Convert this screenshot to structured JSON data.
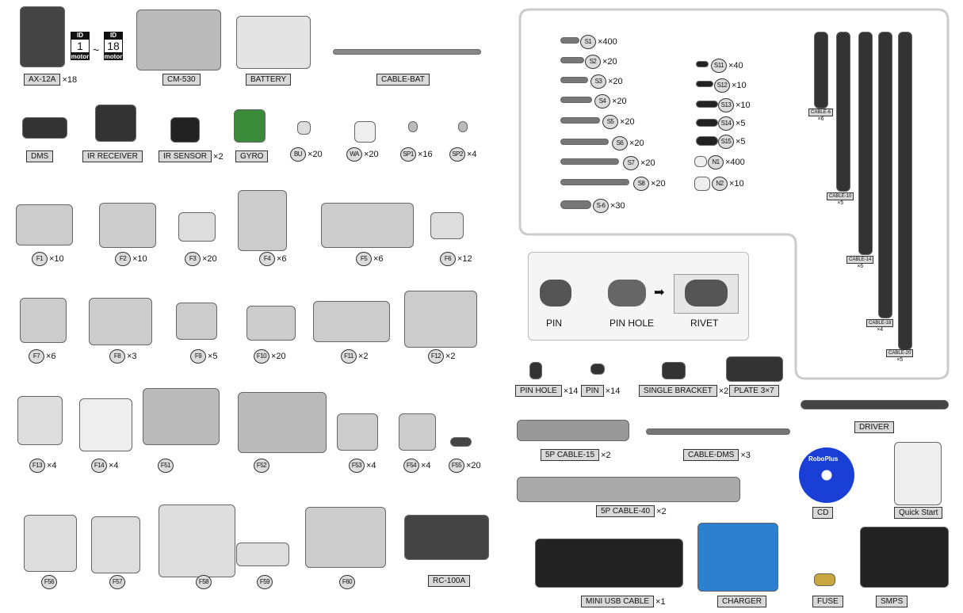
{
  "title_ids": {
    "id_label": "ID",
    "first": "1",
    "last": "18",
    "unit": "motor",
    "tilde": "~"
  },
  "parts": [
    {
      "label": "AX-12A",
      "qty": "×18",
      "style": "box"
    },
    {
      "label": "CM-530",
      "qty": "",
      "style": "box"
    },
    {
      "label": "BATTERY",
      "qty": "",
      "style": "box"
    },
    {
      "label": "CABLE-BAT",
      "qty": "",
      "style": "box"
    },
    {
      "label": "DMS",
      "qty": "",
      "style": "box"
    },
    {
      "label": "IR RECEIVER",
      "qty": "",
      "style": "box"
    },
    {
      "label": "IR SENSOR",
      "qty": "×2",
      "style": "box"
    },
    {
      "label": "GYRO",
      "qty": "",
      "style": "box"
    },
    {
      "label": "BU",
      "qty": "×20",
      "style": "circle"
    },
    {
      "label": "WA",
      "qty": "×20",
      "style": "circle"
    },
    {
      "label": "SP1",
      "qty": "×16",
      "style": "circle"
    },
    {
      "label": "SP2",
      "qty": "×4",
      "style": "circle"
    },
    {
      "label": "F1",
      "qty": "×10",
      "style": "circle"
    },
    {
      "label": "F2",
      "qty": "×10",
      "style": "circle"
    },
    {
      "label": "F3",
      "qty": "×20",
      "style": "circle"
    },
    {
      "label": "F4",
      "qty": "×6",
      "style": "circle"
    },
    {
      "label": "F5",
      "qty": "×6",
      "style": "circle"
    },
    {
      "label": "F6",
      "qty": "×12",
      "style": "circle"
    },
    {
      "label": "F7",
      "qty": "×6",
      "style": "circle"
    },
    {
      "label": "F8",
      "qty": "×3",
      "style": "circle"
    },
    {
      "label": "F9",
      "qty": "×5",
      "style": "circle"
    },
    {
      "label": "F10",
      "qty": "×20",
      "style": "circle"
    },
    {
      "label": "F11",
      "qty": "×2",
      "style": "circle"
    },
    {
      "label": "F12",
      "qty": "×2",
      "style": "circle"
    },
    {
      "label": "F13",
      "qty": "×4",
      "style": "circle"
    },
    {
      "label": "F14",
      "qty": "×4",
      "style": "circle"
    },
    {
      "label": "F51",
      "qty": "",
      "style": "circle"
    },
    {
      "label": "F52",
      "qty": "",
      "style": "circle"
    },
    {
      "label": "F53",
      "qty": "×4",
      "style": "circle"
    },
    {
      "label": "F54",
      "qty": "×4",
      "style": "circle"
    },
    {
      "label": "F55",
      "qty": "×20",
      "style": "circle"
    },
    {
      "label": "F56",
      "qty": "",
      "style": "circle"
    },
    {
      "label": "F57",
      "qty": "",
      "style": "circle"
    },
    {
      "label": "F58",
      "qty": "",
      "style": "circle"
    },
    {
      "label": "F59",
      "qty": "",
      "style": "circle"
    },
    {
      "label": "F60",
      "qty": "",
      "style": "circle"
    },
    {
      "label": "RC-100A",
      "qty": "",
      "style": "box"
    },
    {
      "label": "S1",
      "qty": "×400",
      "style": "circle"
    },
    {
      "label": "S2",
      "qty": "×20",
      "style": "circle"
    },
    {
      "label": "S3",
      "qty": "×20",
      "style": "circle"
    },
    {
      "label": "S4",
      "qty": "×20",
      "style": "circle"
    },
    {
      "label": "S5",
      "qty": "×20",
      "style": "circle"
    },
    {
      "label": "S6",
      "qty": "×20",
      "style": "circle"
    },
    {
      "label": "S7",
      "qty": "×20",
      "style": "circle"
    },
    {
      "label": "S8",
      "qty": "×20",
      "style": "circle"
    },
    {
      "label": "S-6",
      "qty": "×30",
      "style": "circle"
    },
    {
      "label": "S11",
      "qty": "×40",
      "style": "circle"
    },
    {
      "label": "S12",
      "qty": "×10",
      "style": "circle"
    },
    {
      "label": "S13",
      "qty": "×10",
      "style": "circle"
    },
    {
      "label": "S14",
      "qty": "×5",
      "style": "circle"
    },
    {
      "label": "S15",
      "qty": "×5",
      "style": "circle"
    },
    {
      "label": "N1",
      "qty": "×400",
      "style": "circle"
    },
    {
      "label": "N2",
      "qty": "×10",
      "style": "circle"
    },
    {
      "label": "CABLE-6",
      "qty": "×6",
      "style": "small"
    },
    {
      "label": "CABLE-10",
      "qty": "×5",
      "style": "small"
    },
    {
      "label": "CABLE-14",
      "qty": "×6",
      "style": "small"
    },
    {
      "label": "CABLE-18",
      "qty": "×4",
      "style": "small"
    },
    {
      "label": "CABLE-20",
      "qty": "×5",
      "style": "small"
    },
    {
      "label": "PIN HOLE",
      "qty": "×14",
      "style": "box"
    },
    {
      "label": "PIN",
      "qty": "×14",
      "style": "box"
    },
    {
      "label": "SINGLE BRACKET",
      "qty": "×2",
      "style": "box"
    },
    {
      "label": "PLATE 3×7",
      "qty": "",
      "style": "box"
    },
    {
      "label": "DRIVER",
      "qty": "",
      "style": "box"
    },
    {
      "label": "5P CABLE-15",
      "qty": "×2",
      "style": "box"
    },
    {
      "label": "CABLE-DMS",
      "qty": "×3",
      "style": "box"
    },
    {
      "label": "5P CABLE-40",
      "qty": "×2",
      "style": "box"
    },
    {
      "label": "CD",
      "qty": "",
      "style": "box"
    },
    {
      "label": "Quick Start",
      "qty": "",
      "style": "box"
    },
    {
      "label": "MINI USB CABLE",
      "qty": "×1",
      "style": "box"
    },
    {
      "label": "CHARGER",
      "qty": "",
      "style": "box"
    },
    {
      "label": "FUSE",
      "qty": "",
      "style": "box"
    },
    {
      "label": "SMPS",
      "qty": "",
      "style": "box"
    }
  ],
  "pin_diagram": {
    "pin": "PIN",
    "pin_hole": "PIN HOLE",
    "rivet": "RIVET"
  },
  "cd_brand": "RoboPlus",
  "colors": {
    "label_fill": "#d9d9d9",
    "part_gray": "#bfbfbf",
    "charger_blue": "#2d7fd0",
    "cd_blue": "#1a3fd6",
    "gyro_green": "#3a8a3a"
  }
}
